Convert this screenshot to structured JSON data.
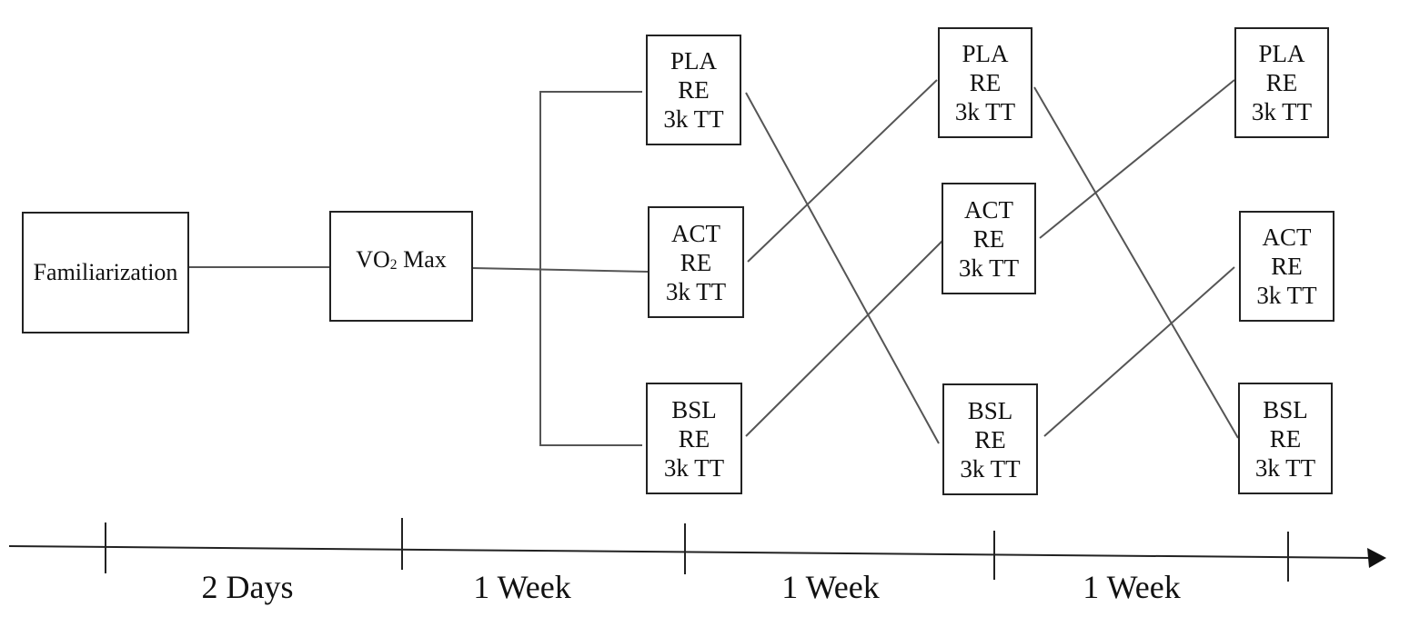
{
  "boxes": {
    "familiarization": "Familiarization",
    "vo2max": {
      "prefix": "VO",
      "sub": "2",
      "suffix": " Max"
    }
  },
  "columns": [
    {
      "pla": [
        "PLA",
        "RE",
        "3k TT"
      ],
      "act": [
        "ACT",
        "RE",
        "3k TT"
      ],
      "bsl": [
        "BSL",
        "RE",
        "3k TT"
      ]
    },
    {
      "pla": [
        "PLA",
        "RE",
        "3k TT"
      ],
      "act": [
        "ACT",
        "RE",
        "3k TT"
      ],
      "bsl": [
        "BSL",
        "RE",
        "3k TT"
      ]
    },
    {
      "pla": [
        "PLA",
        "RE",
        "3k TT"
      ],
      "act": [
        "ACT",
        "RE",
        "3k TT"
      ],
      "bsl": [
        "BSL",
        "RE",
        "3k TT"
      ]
    }
  ],
  "timeline": {
    "intervals": [
      "2 Days",
      "1 Week",
      "1 Week",
      "1 Week"
    ]
  }
}
